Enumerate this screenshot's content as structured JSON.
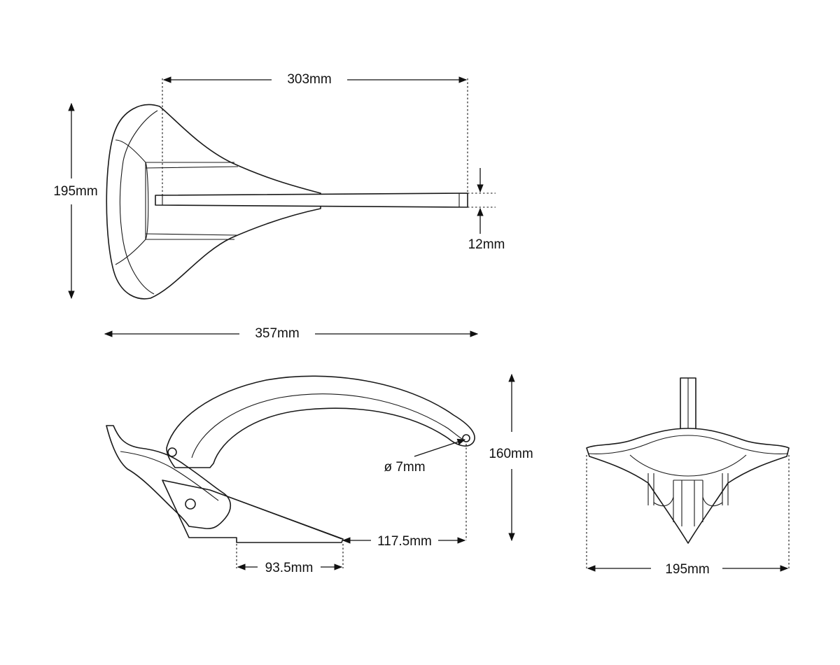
{
  "dimensions": {
    "top_length": "303mm",
    "top_height": "195mm",
    "rod_diameter": "12mm",
    "overall_length": "357mm",
    "side_height": "160mm",
    "pivot_hole": "ø 7mm",
    "tip_to_pivot": "117.5mm",
    "base_offset": "93.5mm",
    "front_width": "195mm"
  },
  "colors": {
    "line": "#1a1a1a",
    "background": "#ffffff"
  }
}
